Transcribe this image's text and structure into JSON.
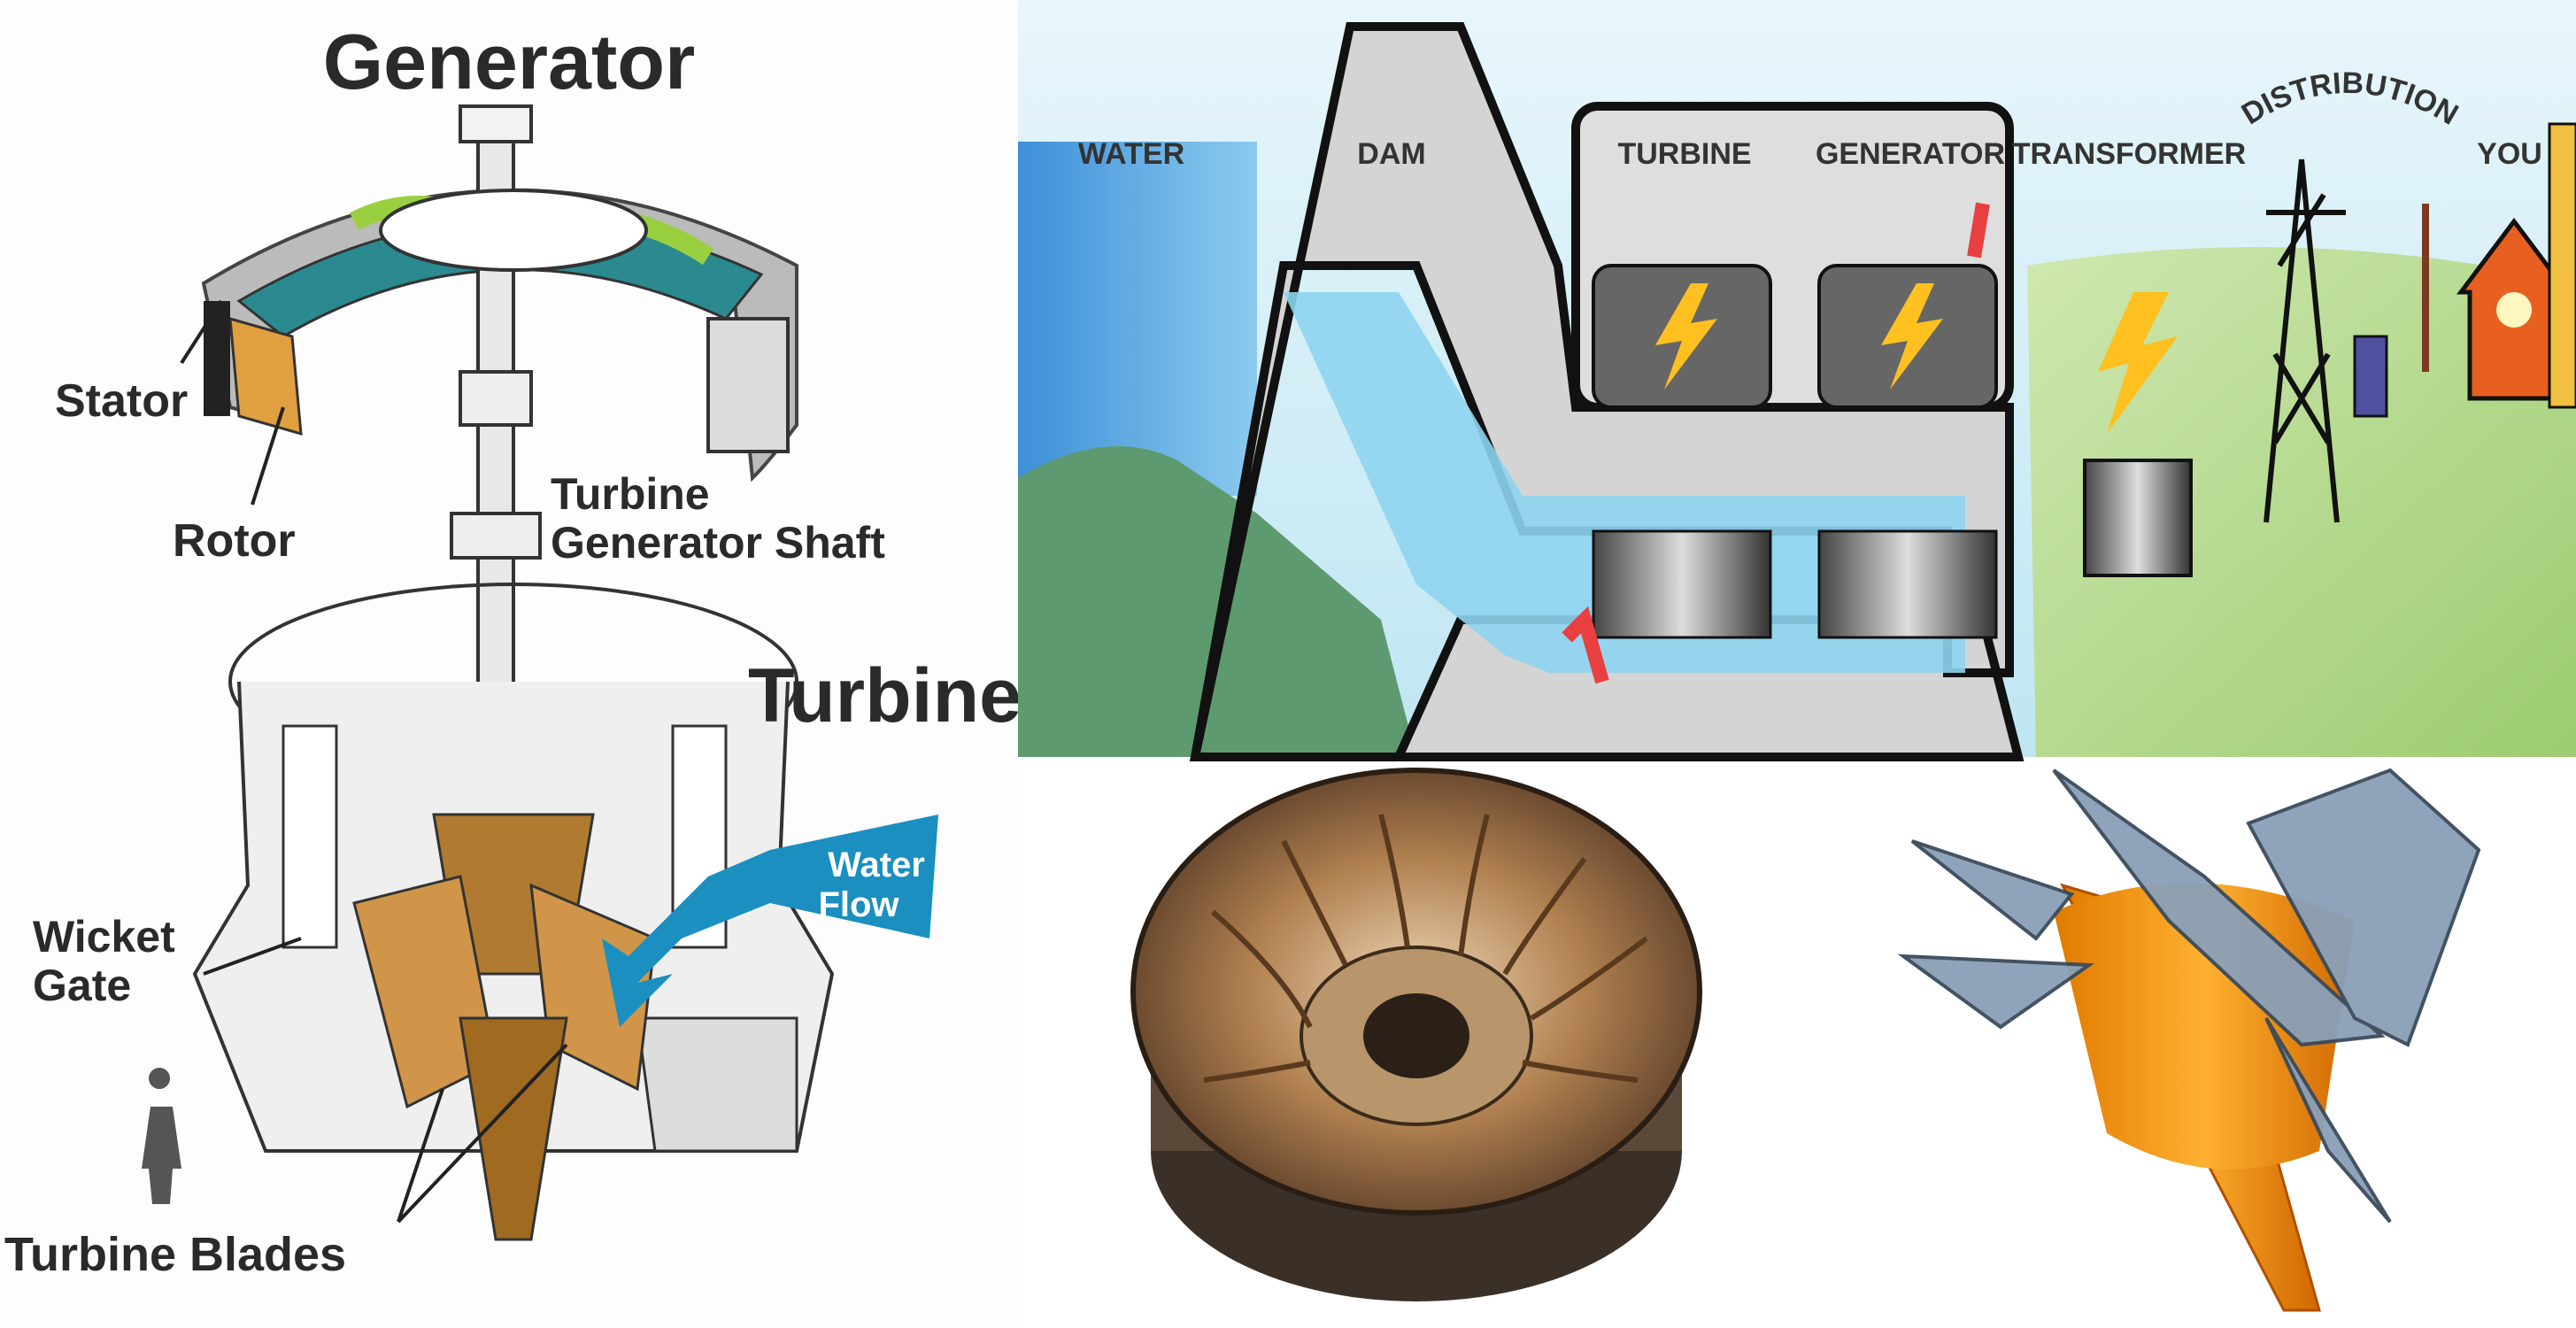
{
  "left_diagram": {
    "title": "Generator",
    "stator": "Stator",
    "rotor": "Rotor",
    "shaft_line1": "Turbine",
    "shaft_line2": "Generator Shaft",
    "turbine": "Turbine",
    "wicket_line1": "Wicket",
    "wicket_line2": "Gate",
    "water_line1": "Water",
    "water_line2": "Flow",
    "blades": "Turbine Blades"
  },
  "plant_diagram": {
    "water": "WATER",
    "dam": "DAM",
    "turbine": "TURBINE",
    "generator": "GENERATOR",
    "transformer": "TRANSFORMER",
    "distribution": "DISTRIBUTION",
    "you": "YOU"
  },
  "colors": {
    "water_blue": "#5aa8e0",
    "dam_gray": "#d4d4d4",
    "hill_green": "#5e9a70",
    "bronze": "#b08050",
    "orange": "#f5a020",
    "flow_arrow": "#1a8fc0"
  }
}
